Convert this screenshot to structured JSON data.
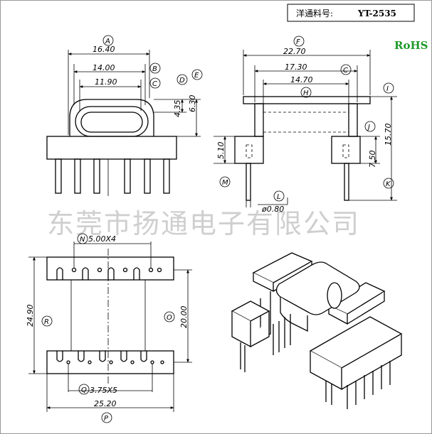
{
  "header": {
    "part_label": "洋通料号:",
    "part_number": "YT-2535",
    "rohs": "RoHS"
  },
  "watermark": "东莞市扬通电子有限公司",
  "front_view": {
    "labels": {
      "A": "A",
      "B": "B",
      "C": "C",
      "D": "D",
      "E": "E"
    },
    "dims": {
      "w_outer": "16.40",
      "w_mid": "14.00",
      "w_inner": "11.90",
      "h_d": "4.35",
      "h_e": "6.30"
    }
  },
  "side_view": {
    "labels": {
      "F": "F",
      "C": "C",
      "H": "H",
      "I": "I",
      "J": "J",
      "K": "K",
      "L": "L",
      "M": "M"
    },
    "dims": {
      "w_outer": "22.70",
      "w_mid": "17.30",
      "w_inner": "14.70",
      "h_total": "15.70",
      "h_j": "7.50",
      "h_m": "5.10",
      "pin": "ø0.80"
    }
  },
  "bottom_view": {
    "labels": {
      "N": "N",
      "O": "O",
      "P": "P",
      "Q": "Q",
      "R": "R"
    },
    "dims": {
      "pitch_top": "5.00X4",
      "pitch_bottom": "3.75X5",
      "width": "25.20",
      "h_r": "24.90",
      "h_o": "20.00"
    }
  }
}
